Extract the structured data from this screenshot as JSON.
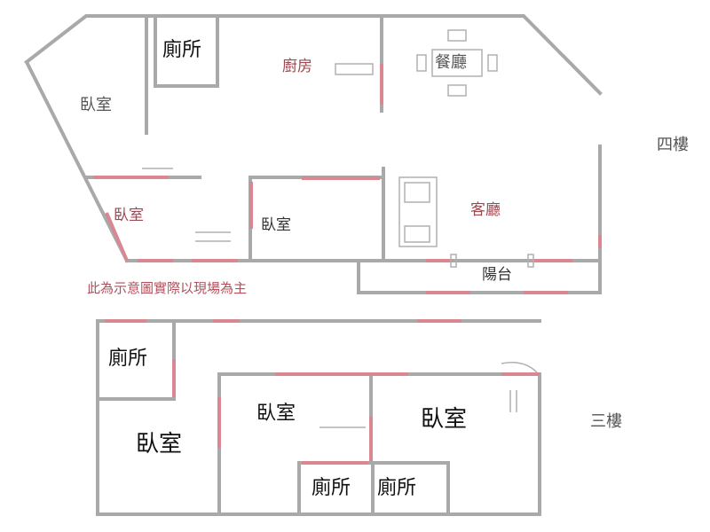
{
  "upper_floor": {
    "floor_label": "四樓",
    "rooms": [
      {
        "name": "廁所"
      },
      {
        "name": "廚房"
      },
      {
        "name": "餐廳"
      },
      {
        "name": "臥室"
      },
      {
        "name": "臥室"
      },
      {
        "name": "臥室"
      },
      {
        "name": "客廳"
      },
      {
        "name": "陽台"
      }
    ]
  },
  "lower_floor": {
    "floor_label": "三樓",
    "rooms": [
      {
        "name": "廁所"
      },
      {
        "name": "臥室"
      },
      {
        "name": "臥室"
      },
      {
        "name": "臥室"
      },
      {
        "name": "廁所"
      },
      {
        "name": "廁所"
      }
    ]
  },
  "note": "此為示意圖實際以現場為主",
  "colors": {
    "wall": "#a9a9a9",
    "opening": "#d98892"
  }
}
